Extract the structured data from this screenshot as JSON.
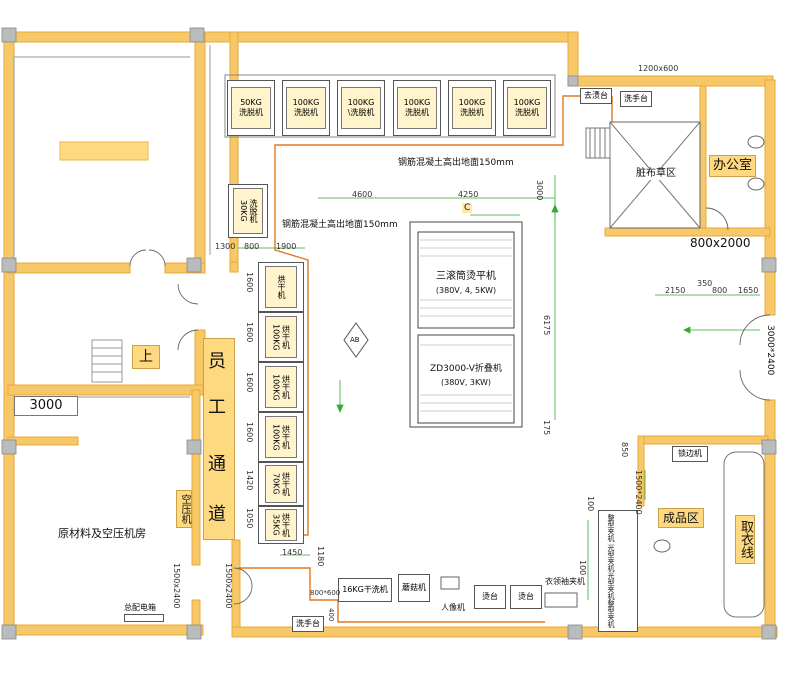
{
  "rooms": {
    "workers_passage": [
      "员",
      "工",
      "通",
      "道"
    ],
    "stairs_up": "上",
    "raw_material_room": "原材料及空压机房",
    "compressor": "空压机",
    "main_panel": "总配电箱",
    "dirty_linen": "脏布草区",
    "office": "办公室",
    "finished_area": "成品区",
    "takeout_line": "取衣线"
  },
  "washers": [
    {
      "capacity": "50KG",
      "type": "洗脱机"
    },
    {
      "capacity": "100KG",
      "type": "洗脱机"
    },
    {
      "capacity": "100KG",
      "type": "\\洗脱机"
    },
    {
      "capacity": "100KG",
      "type": "洗脱机"
    },
    {
      "capacity": "100KG",
      "type": "洗脱机"
    },
    {
      "capacity": "100KG",
      "type": "洗脱机"
    }
  ],
  "washer_30": {
    "capacity": "30KG",
    "type": "洗脱机"
  },
  "dryers": [
    {
      "capacity": "",
      "type": "烘干机"
    },
    {
      "capacity": "100KG",
      "type": "烘干机"
    },
    {
      "capacity": "100KG",
      "type": "烘干机"
    },
    {
      "capacity": "100KG",
      "type": "烘干机"
    },
    {
      "capacity": "70KG",
      "type": "烘干机"
    },
    {
      "capacity": "35KG",
      "type": "烘干机"
    }
  ],
  "ironer": {
    "name": "三滚筒烫平机",
    "spec": "(380V, 4, 5KW)"
  },
  "folder": {
    "name": "ZD3000-V折叠机",
    "spec": "(380V, 3KW)"
  },
  "equipment": {
    "dry_cleaner": "16KG干洗机",
    "mushroom_press": "蘑菇机",
    "mannequin": "人像机",
    "ironing_table_1": "烫台",
    "ironing_table_2": "烫台",
    "collar_cuff": "衣领袖夹机",
    "hemming": "锁边机",
    "iron_station": "去渍台",
    "sink_top": "洗手台",
    "sink_bottom": "洗手台",
    "presses": [
      "整型夹机",
      "光型夹机",
      "光型夹机",
      "整型夹机"
    ]
  },
  "notes": {
    "curb_1": "钢筋混凝土高出地面150mm",
    "curb_2": "钢筋混凝土高出地面150mm"
  },
  "dimensions": {
    "d1200x600": "1200x600",
    "d800x2000": "800x2000",
    "d3000x2400": "3000*2400",
    "d3000": "3000",
    "d1500x2400_a": "1500x2400",
    "d1500x2400_b": "1500x2400",
    "d1500x2400_c": "1500*2400",
    "d800x600": "800*600",
    "d4600": "4600",
    "d4250": "4250",
    "d3000v": "3000",
    "d6175": "6175",
    "d175": "175",
    "d1300": "1300",
    "d800": "800",
    "d1900": "1900",
    "d1600a": "1600",
    "d1600b": "1600",
    "d1600c": "1600",
    "d1600d": "1600",
    "d1420": "1420",
    "d1050": "1050",
    "d1450": "1450",
    "d1180": "1180",
    "d2150": "2150",
    "d350": "350",
    "d800b": "800",
    "d1650": "1650",
    "d850": "850",
    "d100a": "100",
    "d100b": "100",
    "d400": "400",
    "c_mark": "C",
    "ab_mark": "AB"
  },
  "colors": {
    "wall": "#f7c867",
    "wall_edge": "#e8a93a",
    "column": "#b9bcbc",
    "label_fill": "#ffd980",
    "flow_line": "#e07820",
    "dim_line": "#33aa33"
  }
}
